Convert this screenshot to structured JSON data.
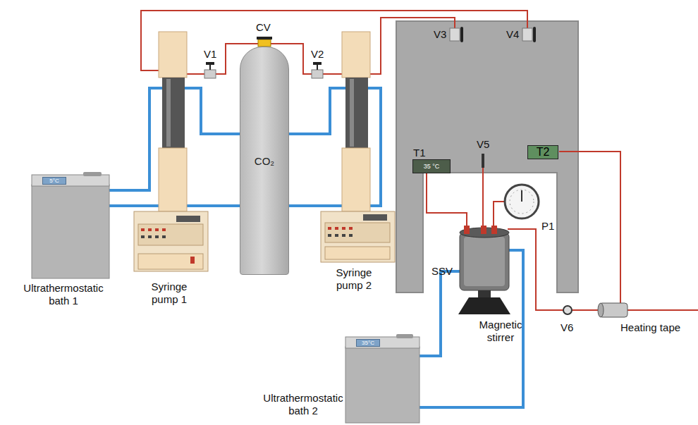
{
  "diagram": {
    "nodes": [
      {
        "text": [
          "CO₂"
        ]
      },
      {
        "text": [
          "5°C"
        ]
      },
      {
        "text": [
          "T1",
          "35 °C"
        ]
      },
      {
        "text": [
          "T2"
        ]
      },
      {
        "text": [
          "35°C"
        ]
      }
    ],
    "labels": [
      "Ultrathermostatic bath 1",
      "Syringe pump 1",
      "V1",
      "CV",
      "V2",
      "Syringe pump 2",
      "V3",
      "V4",
      "V5",
      "P1",
      "SSV",
      "Magnetic stirrer",
      "V6",
      "Heating tape",
      "Ultrathermostatic bath 2"
    ]
  }
}
